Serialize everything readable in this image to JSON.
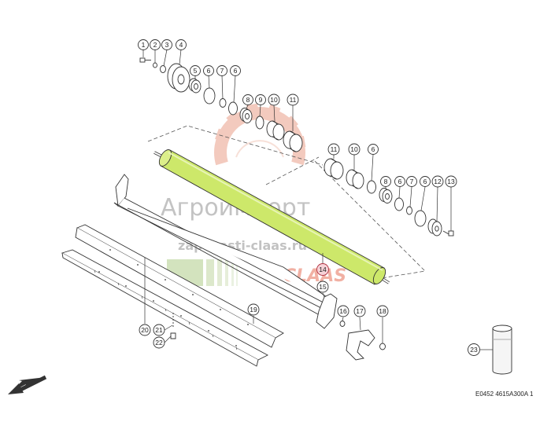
{
  "diagram": {
    "reference_code": "E0452 4615A300A 1",
    "watermark": {
      "company": "Агроимпорт",
      "site": "zapchasti-claas.ru",
      "brand": "CLAAS"
    },
    "callouts": [
      "1",
      "2",
      "3",
      "4",
      "5",
      "6",
      "7",
      "6",
      "8",
      "9",
      "10",
      "11",
      "11",
      "10",
      "6",
      "8",
      "6",
      "7",
      "6",
      "12",
      "13",
      "14",
      "15",
      "16",
      "17",
      "18",
      "19",
      "20",
      "21",
      "22",
      "23"
    ],
    "highlighted_part": "14",
    "colors": {
      "roller": "#cde86a",
      "line": "#333333",
      "watermark_red": "#e8a090",
      "watermark_gray": "#b5b5b5",
      "watermark_green": "#c7dbb0",
      "highlight": "#f6d2d7"
    }
  }
}
